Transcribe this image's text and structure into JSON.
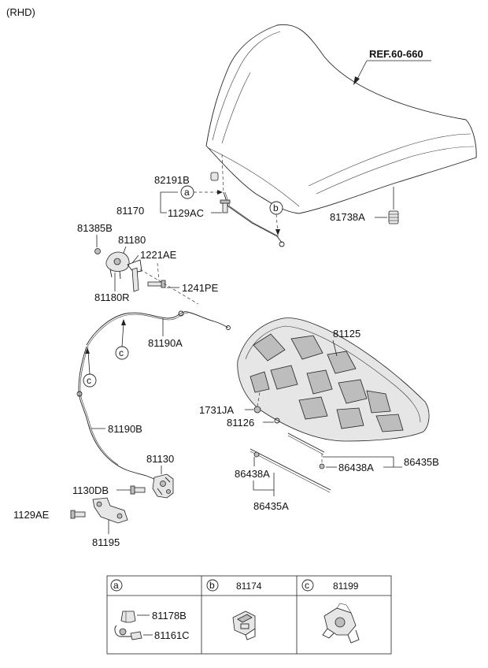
{
  "header_note": "(RHD)",
  "ref_label": "REF.60-660",
  "labels": {
    "p82191B": "82191B",
    "p81170": "81170",
    "p1129AC": "1129AC",
    "p81738A": "81738A",
    "p81385B": "81385B",
    "p81180": "81180",
    "p1221AE": "1221AE",
    "p81180R": "81180R",
    "p1241PE": "1241PE",
    "p81190A": "81190A",
    "p81125": "81125",
    "p1731JA": "1731JA",
    "p81126": "81126",
    "p81190B": "81190B",
    "p81130": "81130",
    "p1130DB": "1130DB",
    "p1129AE": "1129AE",
    "p81195": "81195",
    "p86438A_left": "86438A",
    "p86438A_right": "86438A",
    "p86435B": "86435B",
    "p86435A": "86435A"
  },
  "callouts": {
    "a": "a",
    "b": "b",
    "c": "c"
  },
  "legend": {
    "cells": [
      {
        "letter": "a",
        "part": ""
      },
      {
        "letter": "b",
        "part": "81174"
      },
      {
        "letter": "c",
        "part": "81199"
      }
    ],
    "a_items": [
      "81178B",
      "81161C"
    ]
  }
}
